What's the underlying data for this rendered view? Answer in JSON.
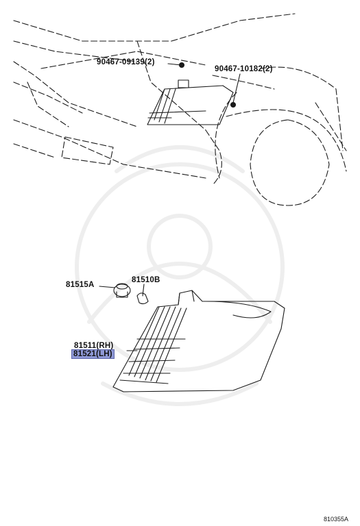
{
  "parts": {
    "clip_a": "90467-09139(2)",
    "clip_b": "90467-10182(2)",
    "socket": "81515A",
    "bulb": "81510B",
    "lamp_rh": "81511(RH)",
    "lamp_lh": "81521(LH)"
  },
  "highlight_color": "#8f99d6",
  "diagram_code": "810355A"
}
